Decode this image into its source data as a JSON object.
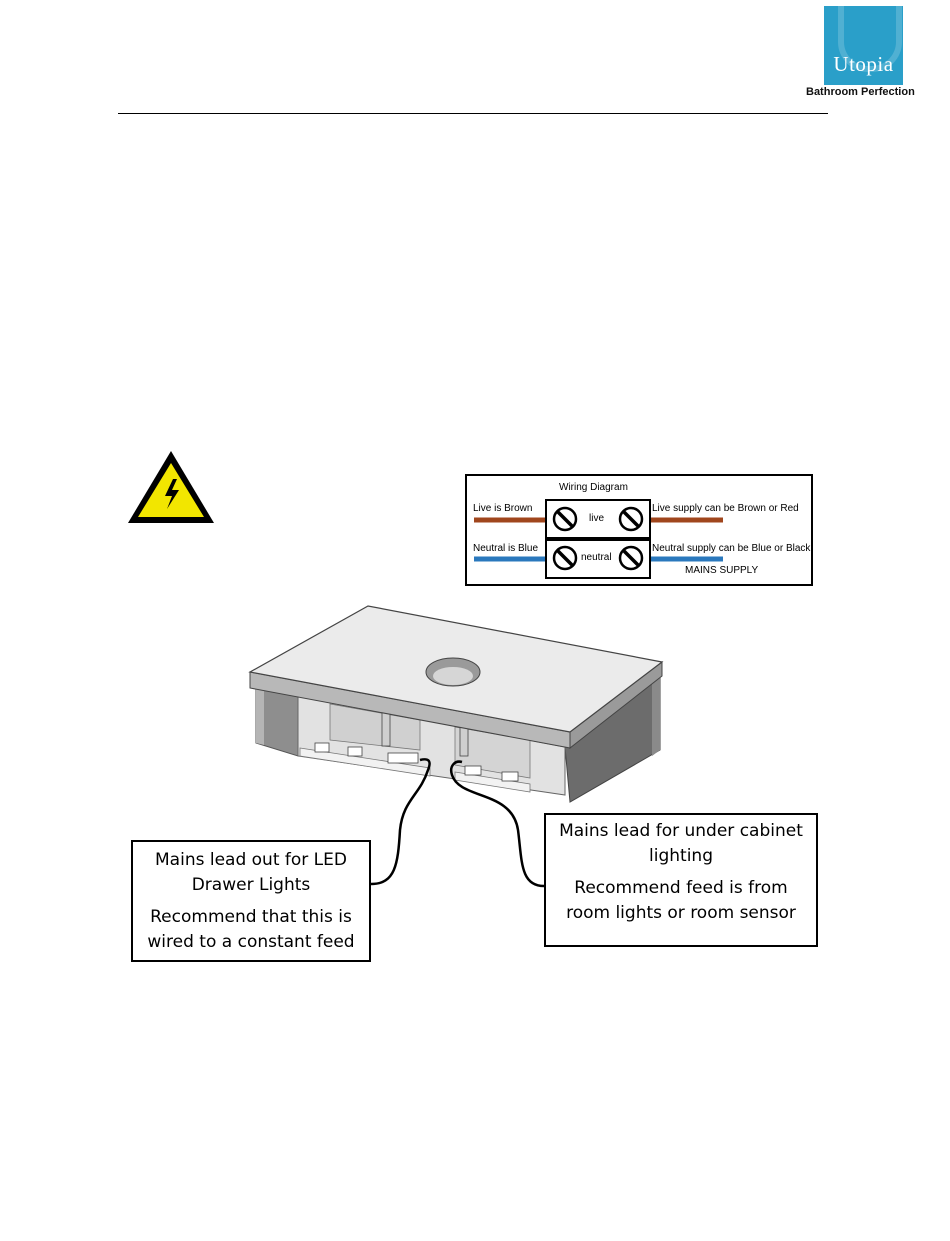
{
  "header": {
    "logo_text": "Utopia",
    "tagline": "Bathroom Perfection",
    "brand_color": "#2a9fc9"
  },
  "warning_icon": {
    "name": "electrical-hazard-icon",
    "fill": "#f2e600"
  },
  "wiring_diagram": {
    "title": "Wiring Diagram",
    "live_label": "Live is Brown",
    "live_terminal": "live",
    "live_supply": "Live supply can be Brown or Red",
    "neutral_label": "Neutral is Blue",
    "neutral_terminal": "neutral",
    "neutral_supply": "Neutral supply can be Blue or Black",
    "mains_supply": "MAINS SUPPLY",
    "live_color": "#a0461d",
    "neutral_color": "#2a78bd"
  },
  "callouts": {
    "left": {
      "line1": "Mains lead out for LED",
      "line2": "Drawer Lights",
      "line3": "Recommend that this is",
      "line4": "wired to a constant feed"
    },
    "right": {
      "line1": "Mains lead for under cabinet",
      "line2": "lighting",
      "line3": "Recommend feed is from",
      "line4": "room lights or room sensor"
    }
  }
}
